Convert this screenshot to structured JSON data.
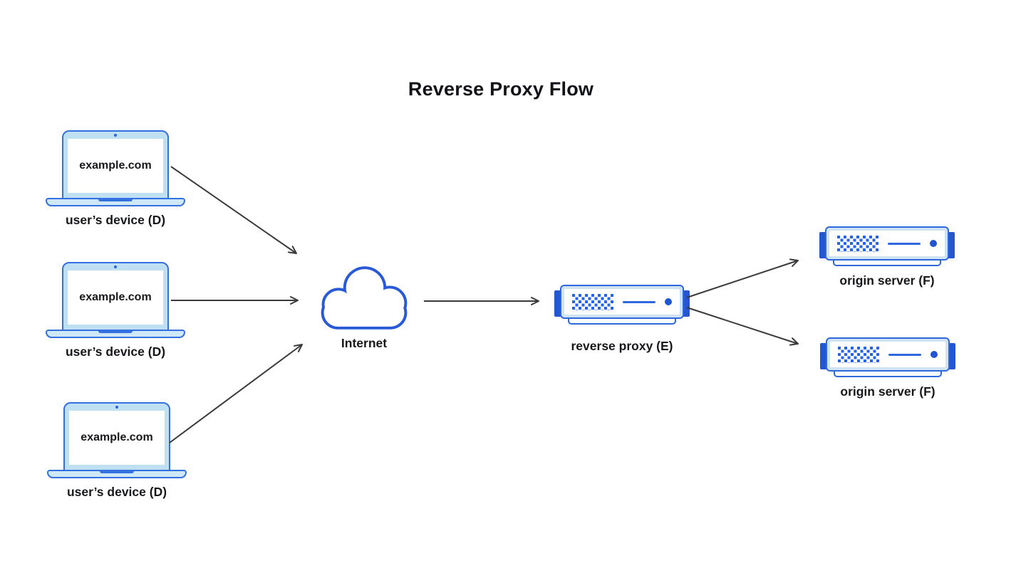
{
  "title": "Reverse Proxy Flow",
  "nodes": {
    "devices": [
      {
        "screen_text": "example.com",
        "label": "user’s device (D)"
      },
      {
        "screen_text": "example.com",
        "label": "user’s device (D)"
      },
      {
        "screen_text": "example.com",
        "label": "user’s device (D)"
      }
    ],
    "internet": {
      "label": "Internet"
    },
    "reverse_proxy": {
      "label": "reverse proxy (E)"
    },
    "origin_servers": [
      {
        "label": "origin server (F)"
      },
      {
        "label": "origin server (F)"
      }
    ]
  },
  "edges": [
    {
      "from": "user's device (D) #1",
      "to": "Internet"
    },
    {
      "from": "user's device (D) #2",
      "to": "Internet"
    },
    {
      "from": "user's device (D) #3",
      "to": "Internet"
    },
    {
      "from": "Internet",
      "to": "reverse proxy (E)"
    },
    {
      "from": "reverse proxy (E)",
      "to": "origin server (F) #1"
    },
    {
      "from": "reverse proxy (E)",
      "to": "origin server (F) #2"
    }
  ],
  "colors": {
    "outline_blue": "#2f67dd",
    "laptop_outline_blue": "#3470e0",
    "cloud_blue": "#2859d6",
    "light_blue_fill": "#bfdff2",
    "server_fill": "#cfe3f2",
    "tab_blue": "#2456cf",
    "dot_blue": "#2563eb",
    "circle_blue": "#1f55d0",
    "arrow_gray": "#3a3a3a",
    "text_dark": "#17181c",
    "background": "#ffffff"
  }
}
